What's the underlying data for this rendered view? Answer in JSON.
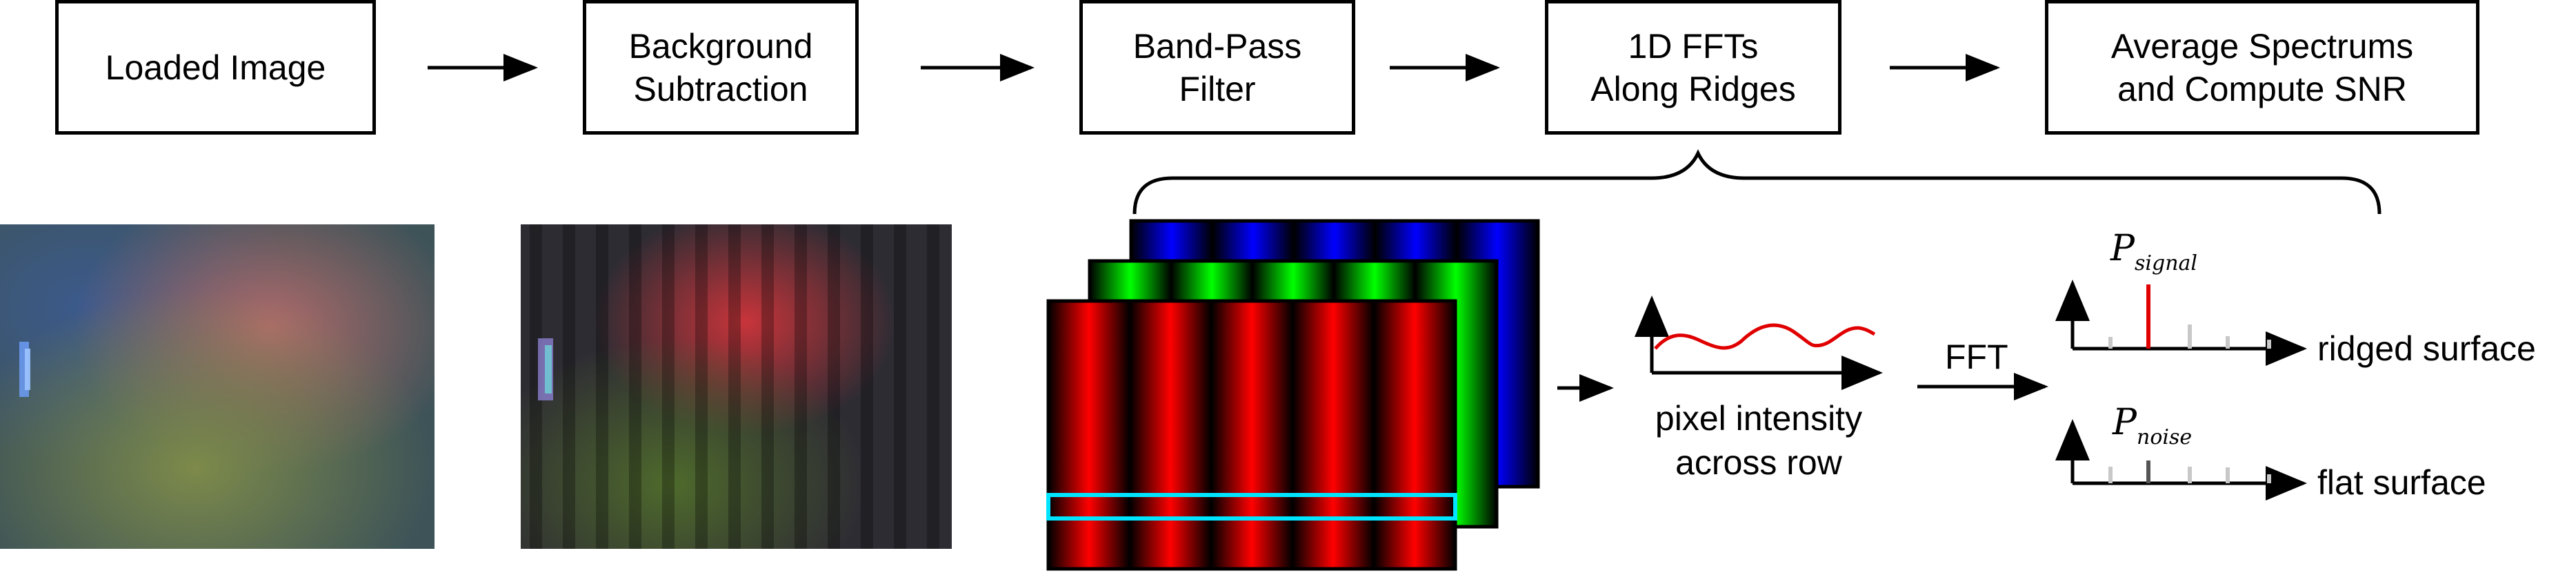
{
  "pipeline": {
    "steps": [
      {
        "label": "Loaded Image"
      },
      {
        "label": "Background\nSubtraction"
      },
      {
        "label": "Band-Pass\nFilter"
      },
      {
        "label": "1D FFTs\nAlong Ridges"
      },
      {
        "label": "Average Spectrums\nand Compute SNR"
      }
    ]
  },
  "illustration": {
    "intensity_caption": "pixel intensity\nacross row",
    "fft_label": "FFT",
    "ridged_label": "ridged surface",
    "flat_label": "flat surface",
    "p_signal": {
      "main": "P",
      "sub": "signal"
    },
    "p_noise": {
      "main": "P",
      "sub": "noise"
    }
  },
  "colors": {
    "channel_red": "#ff0000",
    "channel_green": "#00ff00",
    "channel_blue": "#0000ff",
    "row_highlight": "#00e5ff",
    "intensity_curve": "#e00000",
    "signal_peak": "#e00000",
    "noise_peak": "#555555",
    "minor_peak": "#c8c8c8"
  }
}
